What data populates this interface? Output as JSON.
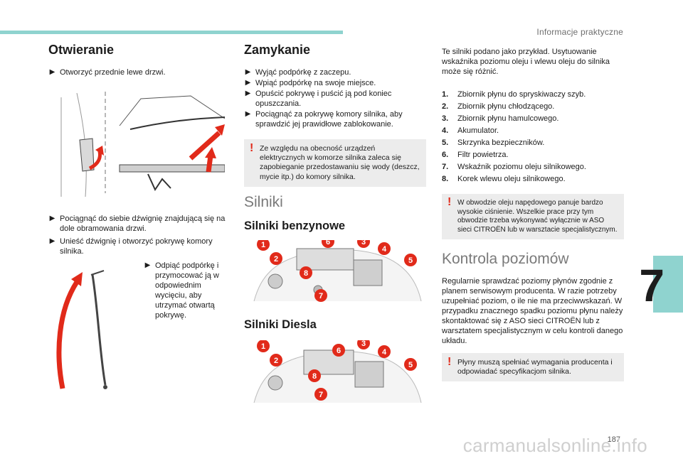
{
  "header": {
    "title": "Informacje praktyczne"
  },
  "chapter": {
    "number": "7"
  },
  "page": {
    "number": "187"
  },
  "watermark": "carmanualsonline.info",
  "col1": {
    "title": "Otwieranie",
    "bullet1": "Otworzyć przednie lewe drzwi.",
    "bullet2": "Pociągnąć do siebie dźwignię znajdującą się na dole obramowania drzwi.",
    "bullet3": "Unieść dźwignię i otworzyć pokrywę komory silnika.",
    "bullet4": "Odpiąć podpórkę i przymocować ją w odpowiednim wycięciu, aby utrzymać otwartą pokrywę."
  },
  "col2": {
    "title": "Zamykanie",
    "bullets": [
      "Wyjąć podpórkę z zaczepu.",
      "Wpiąć podpórkę na swoje miejsce.",
      "Opuścić pokrywę i puścić ją pod koniec opuszczania.",
      "Pociągnąć za pokrywę komory silnika, aby sprawdzić jej prawidłowe zablokowanie."
    ],
    "note": "Ze względu na obecność urządzeń elektrycznych w komorze silnika zaleca się zapobieganie przedostawaniu się wody (deszcz, mycie itp.) do komory silnika.",
    "section": "Silniki",
    "petrol": "Silniki benzynowe",
    "diesel": "Silniki Diesla"
  },
  "col3": {
    "intro": "Te silniki podano jako przykład. Usytuowanie wskaźnika poziomu oleju i wlewu oleju do silnika może się różnić.",
    "items": [
      {
        "n": "1.",
        "t": "Zbiornik płynu do spryskiwaczy szyb."
      },
      {
        "n": "2.",
        "t": "Zbiornik płynu chłodzącego."
      },
      {
        "n": "3.",
        "t": "Zbiornik płynu hamulcowego."
      },
      {
        "n": "4.",
        "t": "Akumulator."
      },
      {
        "n": "5.",
        "t": "Skrzynka bezpieczników."
      },
      {
        "n": "6.",
        "t": "Filtr powietrza."
      },
      {
        "n": "7.",
        "t": "Wskaźnik poziomu oleju silnikowego."
      },
      {
        "n": "8.",
        "t": "Korek wlewu oleju silnikowego."
      }
    ],
    "warn1": "W obwodzie oleju napędowego panuje bardzo wysokie ciśnienie. Wszelkie prace przy tym obwodzie trzeba wykonywać wyłącznie w ASO sieci CITROËN lub w warsztacie specjalistycznym.",
    "section": "Kontrola poziomów",
    "para": "Regularnie sprawdzać poziomy płynów zgodnie z planem serwisowym producenta. W razie potrzeby uzupełniać poziom, o ile nie ma przeciwwskazań. W przypadku znacznego spadku poziomu płynu należy skontaktować się z ASO sieci CITROËN lub z warsztatem specjalistycznym w celu kontroli danego układu.",
    "warn2": "Płyny muszą spełniać wymagania producenta i odpowiadać specyfikacjom silnika."
  },
  "engine_labels": [
    "1",
    "2",
    "3",
    "4",
    "5",
    "6",
    "7",
    "8"
  ]
}
